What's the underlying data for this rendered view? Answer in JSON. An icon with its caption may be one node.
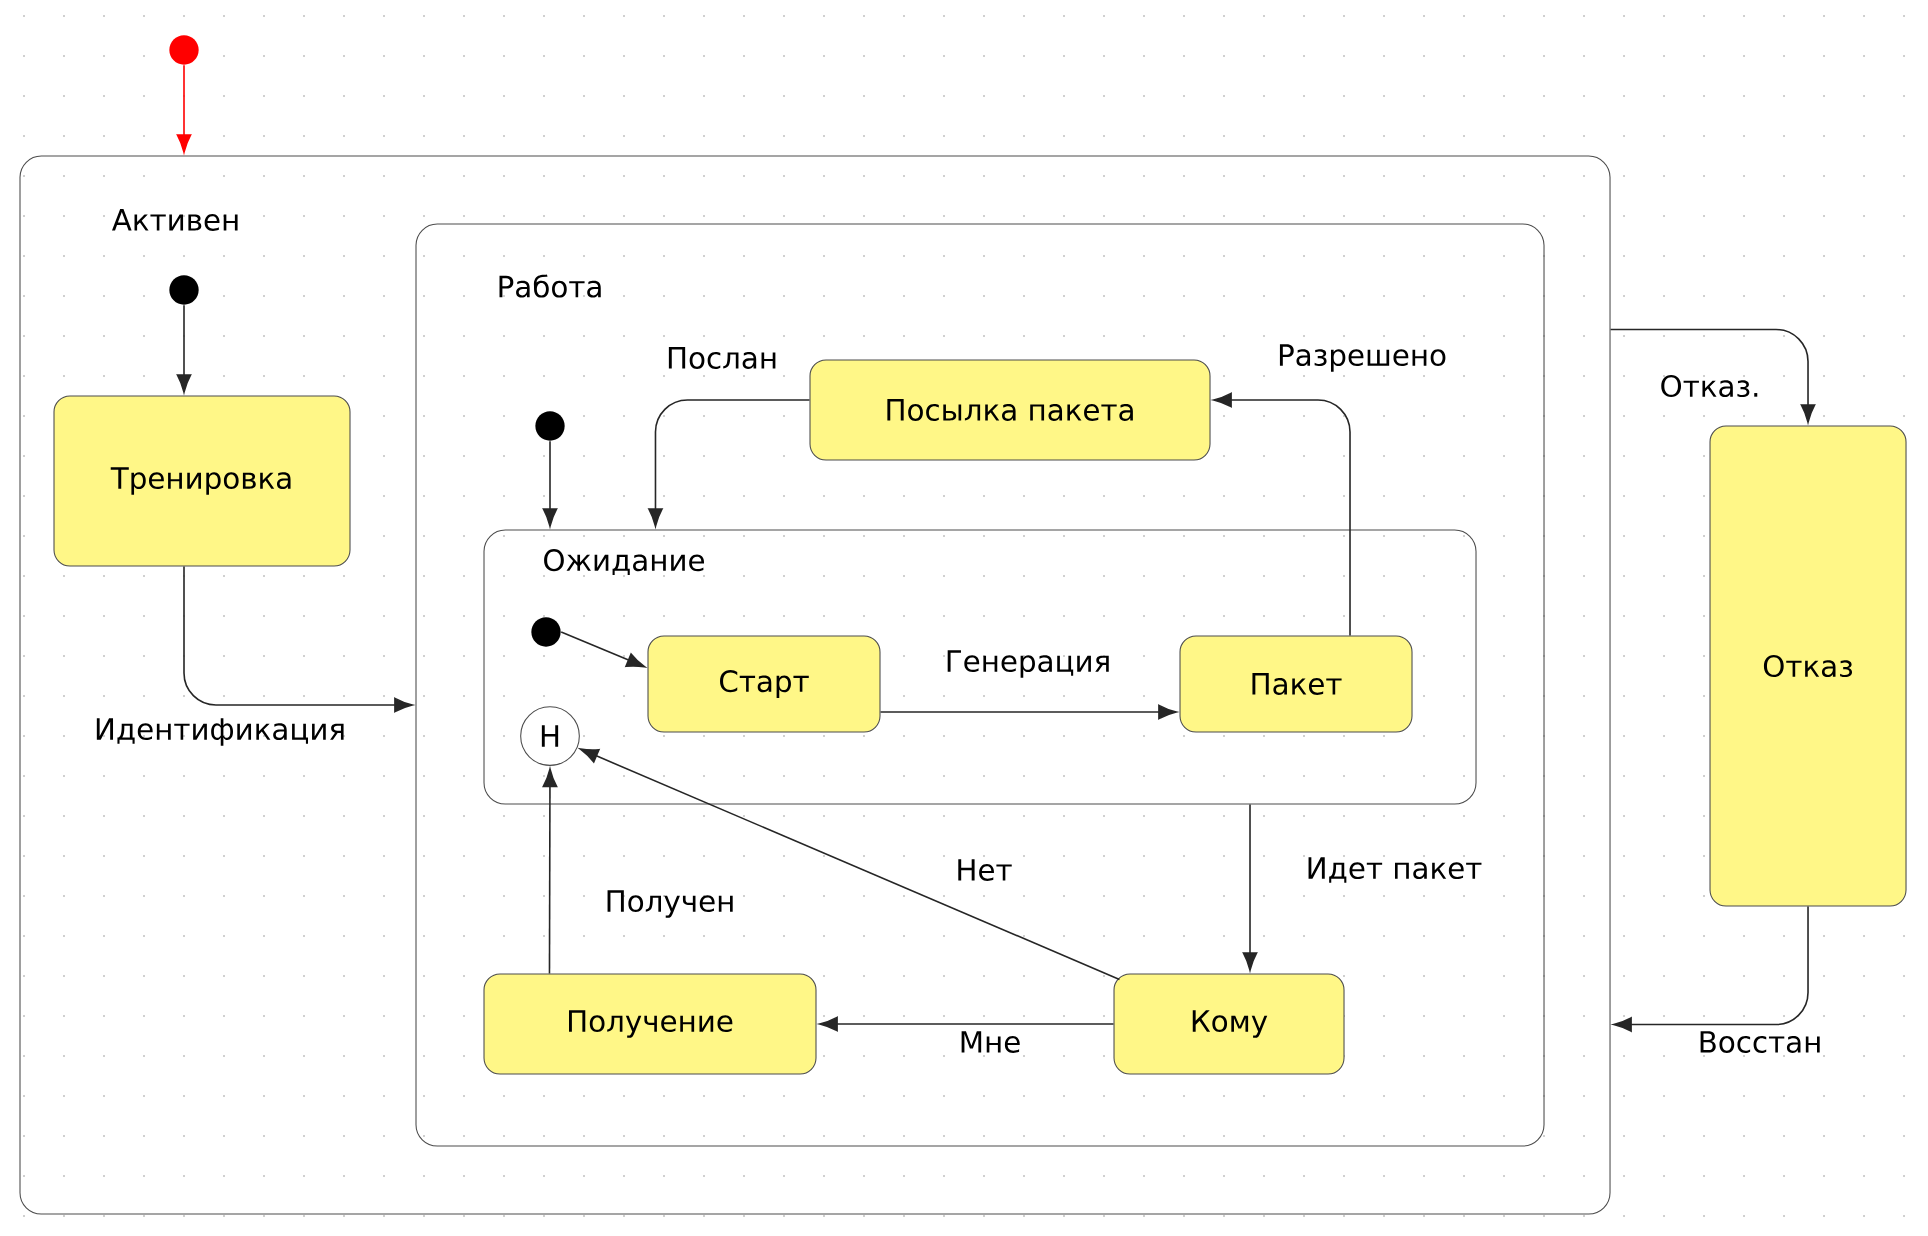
{
  "diagram": {
    "nodes": [
      {
        "text": [],
        "shape": "circle"
      },
      {
        "text": [
          "Активен"
        ]
      },
      {
        "text": [],
        "shape": "circle",
        "in": 1
      },
      {
        "text": [
          "Тренировка"
        ],
        "in": 1
      },
      {
        "text": [
          "Работа"
        ],
        "in": 1
      },
      {
        "text": [
          "Посылка пакета"
        ],
        "in": 4
      },
      {
        "text": [],
        "shape": "circle",
        "in": 4
      },
      {
        "text": [
          "Ожидание"
        ],
        "in": 4
      },
      {
        "text": [],
        "shape": "circle",
        "in": 7
      },
      {
        "text": [
          "Старт"
        ],
        "in": 7
      },
      {
        "text": [
          "Пакет"
        ],
        "in": 7
      },
      {
        "text": [
          "H"
        ],
        "in": 7
      },
      {
        "text": [
          "Получение"
        ],
        "in": 4
      },
      {
        "text": [
          "Кому"
        ],
        "in": 4
      },
      {
        "text": [
          "Отказ"
        ]
      }
    ],
    "edges": [
      {
        "from": 0,
        "to": 1,
        "arrow": "to",
        "color": "#ff0000"
      },
      {
        "from": 2,
        "to": 3,
        "arrow": "to"
      },
      {
        "from": 3,
        "to": 4,
        "arrow": "to",
        "label": "Идентификация"
      },
      {
        "from": 6,
        "to": 7,
        "arrow": "to"
      },
      {
        "from": 5,
        "to": 7,
        "arrow": "to",
        "label": "Послан"
      },
      {
        "from": 10,
        "to": 5,
        "arrow": "to",
        "label": "Разрешено"
      },
      {
        "from": 8,
        "to": 9,
        "arrow": "to"
      },
      {
        "from": 9,
        "to": 10,
        "arrow": "to",
        "label": "Генерация"
      },
      {
        "from": 7,
        "to": 13,
        "arrow": "to",
        "label": "Идет пакет"
      },
      {
        "from": 13,
        "to": 12,
        "arrow": "to",
        "label": "Мне"
      },
      {
        "from": 13,
        "to": 11,
        "arrow": "to",
        "label": "Нет"
      },
      {
        "from": 12,
        "to": 11,
        "arrow": "to",
        "label": "Получен"
      },
      {
        "from": 1,
        "to": 14,
        "arrow": "to",
        "label": "Отказ."
      },
      {
        "from": 14,
        "to": 1,
        "arrow": "to",
        "label": "Восстан"
      }
    ]
  }
}
